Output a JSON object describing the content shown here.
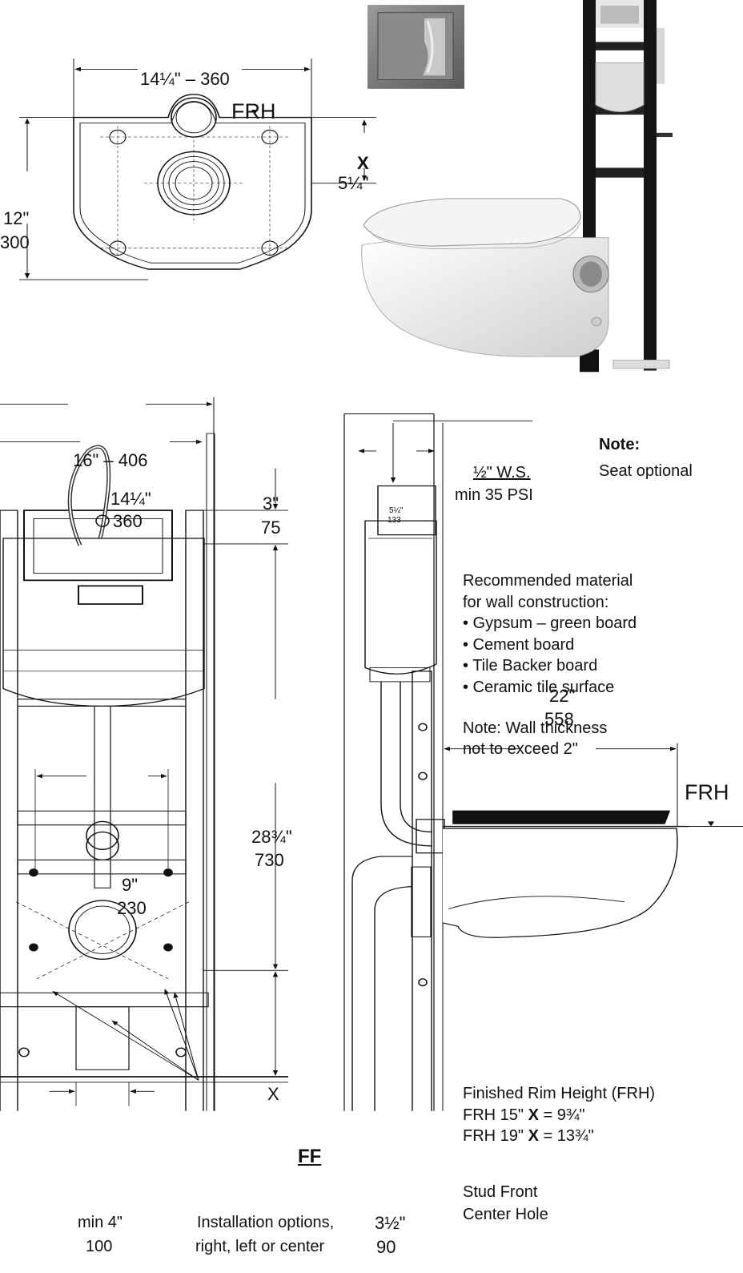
{
  "top_plan": {
    "width": "14¼\" – 360",
    "frh": "FRH",
    "x": "X",
    "x_dim": "5¼\"",
    "height_in": "12\"",
    "height_mm": "300"
  },
  "front_view": {
    "overall": "16\" – 406",
    "frame_in": "14¼\"",
    "frame_mm": "360",
    "top_in": "3\"",
    "top_mm": "75",
    "height_in": "28¾\"",
    "height_mm": "730",
    "bolt_in": "9\"",
    "bolt_mm": "230",
    "x": "X",
    "ff": "FF",
    "min_in": "min 4\"",
    "min_mm": "100",
    "install_line1": "Installation options,",
    "install_line2": "right, left or center"
  },
  "side_view": {
    "ws": "½\" W.S.",
    "psi": "min 35 PSI",
    "inlet_in": "5¼\"",
    "inlet_mm": "133",
    "proj_in": "22\"",
    "proj_mm": "558",
    "frh": "FRH",
    "stud_in": "3½\"",
    "stud_mm": "90",
    "stud_front": "Stud Front",
    "center_hole": "Center Hole"
  },
  "seat_note": {
    "label": "Note:",
    "text": "Seat optional"
  },
  "materials": {
    "heading1": "Recommended material",
    "heading2": "for wall construction:",
    "items": [
      "• Gypsum – green board",
      "• Cement board",
      "• Tile Backer board",
      "• Ceramic tile surface"
    ],
    "wall_note1": "Note: Wall thickness",
    "wall_note2": "not to exceed 2\""
  },
  "frh_table": {
    "title": "Finished Rim Height (FRH)",
    "row1_prefix": "FRH 15\" ",
    "row1_x": "X",
    "row1_val": " = 9¾\"",
    "row2_prefix": "FRH 19\" ",
    "row2_x": "X",
    "row2_val": " = 13¾\""
  }
}
